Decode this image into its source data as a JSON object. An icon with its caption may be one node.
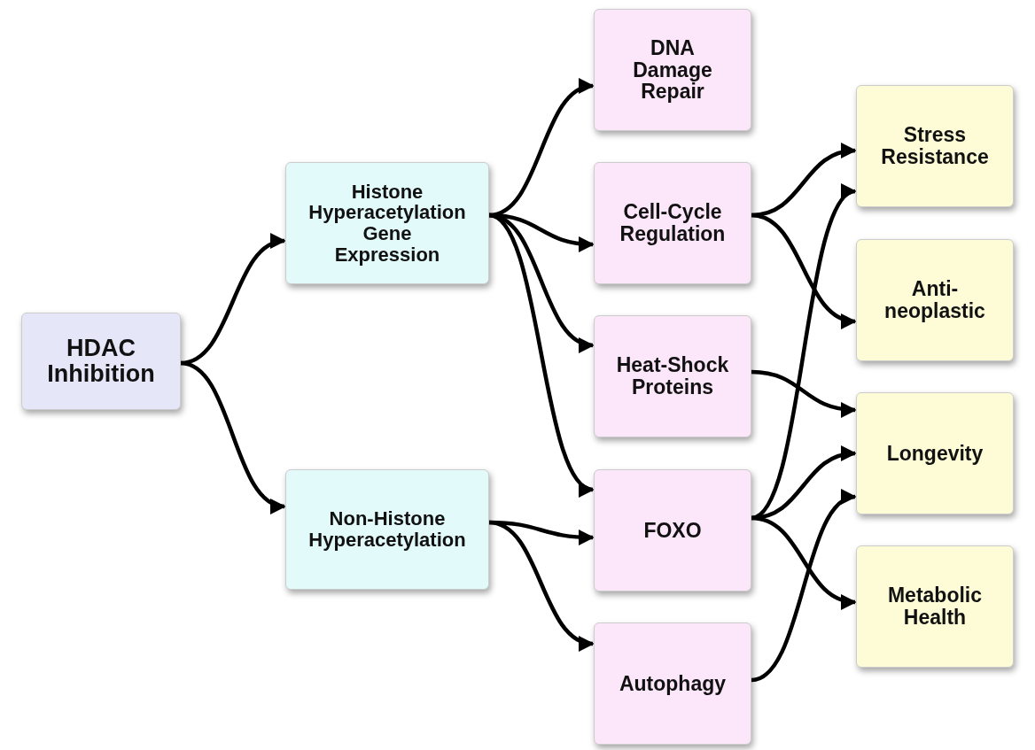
{
  "diagram": {
    "nodes": [
      {
        "text": [
          "HDAC Inhibition"
        ]
      },
      {
        "text": [
          "Histone Hyperacetylation",
          "Gene Expression"
        ]
      },
      {
        "text": [
          "Non-Histone Hyperacetylation"
        ]
      },
      {
        "text": [
          "DNA Damage Repair"
        ]
      },
      {
        "text": [
          "Cell-Cycle Regulation"
        ]
      },
      {
        "text": [
          "Heat-Shock Proteins"
        ]
      },
      {
        "text": [
          "FOXO"
        ]
      },
      {
        "text": [
          "Autophagy"
        ]
      },
      {
        "text": [
          "Stress Resistance"
        ]
      },
      {
        "text": [
          "Anti-neoplastic"
        ]
      },
      {
        "text": [
          "Longevity"
        ]
      },
      {
        "text": [
          "Metabolic Health"
        ]
      }
    ],
    "edges": [
      {
        "from": 0,
        "to": 1,
        "arrow": "to"
      },
      {
        "from": 0,
        "to": 2,
        "arrow": "to"
      },
      {
        "from": 1,
        "to": 3,
        "arrow": "to"
      },
      {
        "from": 1,
        "to": 4,
        "arrow": "to"
      },
      {
        "from": 1,
        "to": 5,
        "arrow": "to"
      },
      {
        "from": 1,
        "to": 6,
        "arrow": "to"
      },
      {
        "from": 2,
        "to": 6,
        "arrow": "to"
      },
      {
        "from": 2,
        "to": 7,
        "arrow": "to"
      },
      {
        "from": 4,
        "to": 8,
        "arrow": "to"
      },
      {
        "from": 4,
        "to": 9,
        "arrow": "to"
      },
      {
        "from": 5,
        "to": 10,
        "arrow": "to"
      },
      {
        "from": 6,
        "to": 8,
        "arrow": "to"
      },
      {
        "from": 6,
        "to": 10,
        "arrow": "to"
      },
      {
        "from": 6,
        "to": 11,
        "arrow": "to"
      },
      {
        "from": 7,
        "to": 10,
        "arrow": "to"
      }
    ]
  }
}
